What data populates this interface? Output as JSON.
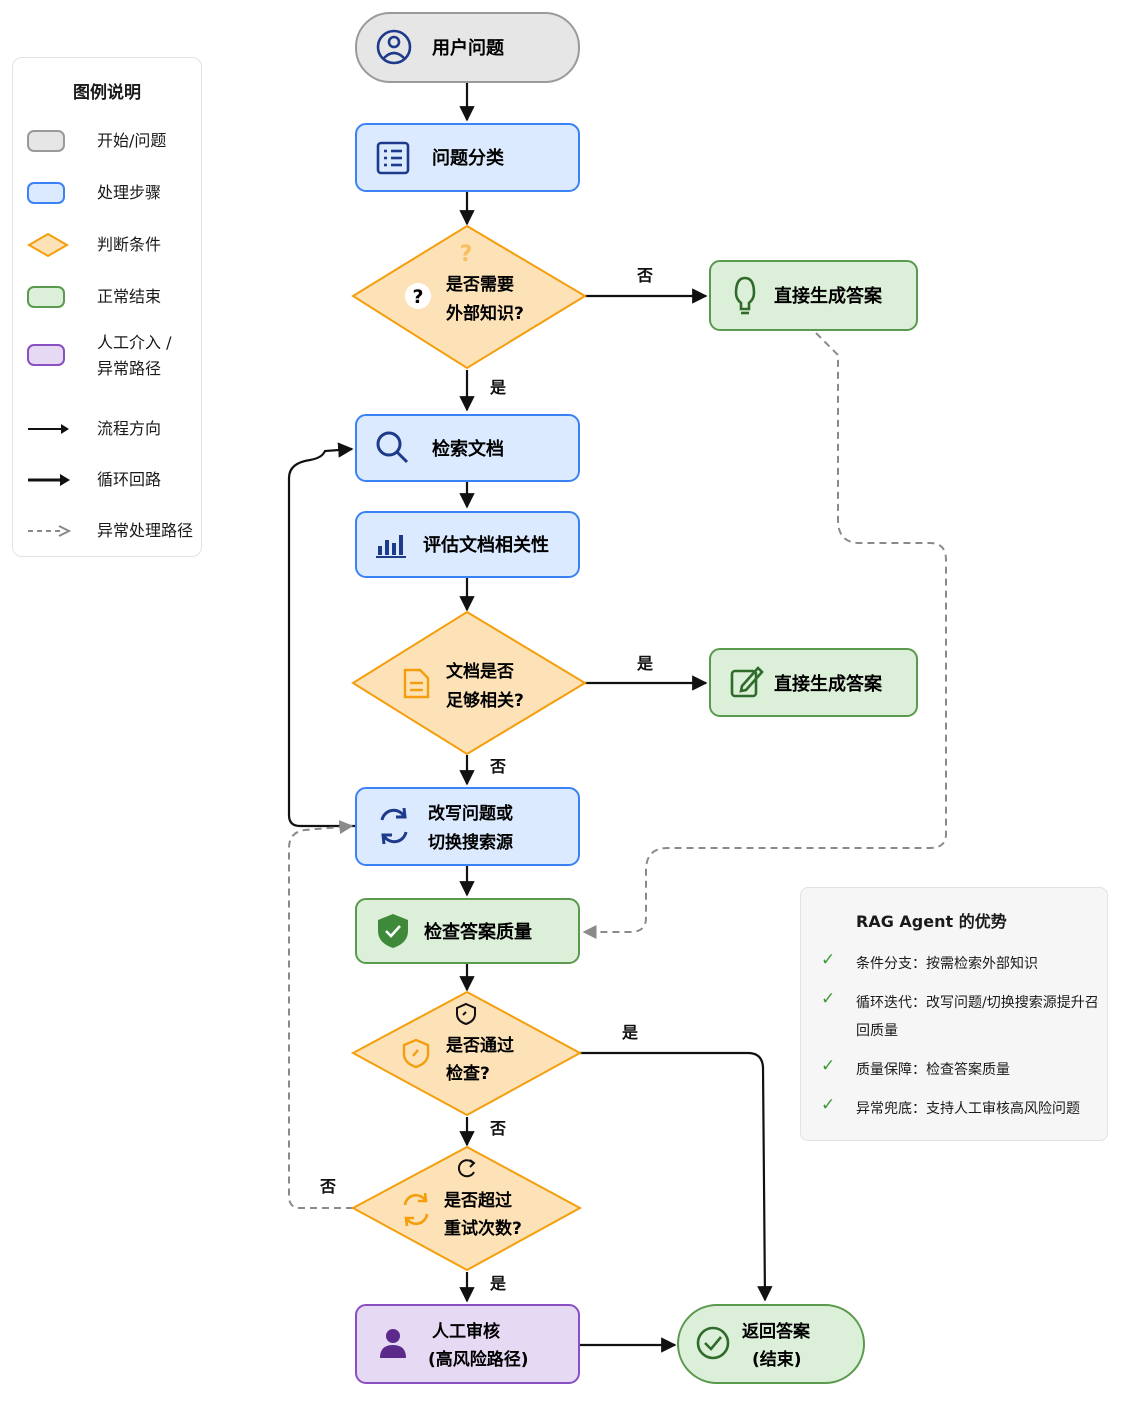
{
  "colors": {
    "start_fill": "#e6e6e6",
    "start_stroke": "#9a9a9a",
    "process_fill": "#dbeafe",
    "process_stroke": "#3b82f6",
    "decision_fill": "#fde2b8",
    "decision_stroke": "#f59e0b",
    "end_fill": "#dcefd8",
    "end_stroke": "#5a9a4e",
    "human_fill": "#e6d9f3",
    "human_stroke": "#8a4fc0",
    "arrow": "#111111",
    "dashed": "#8a8a8a"
  },
  "legend": {
    "title": "图例说明",
    "items": [
      {
        "label": "开始/问题",
        "symbol": "start"
      },
      {
        "label": "处理步骤",
        "symbol": "process"
      },
      {
        "label": "判断条件",
        "symbol": "decision"
      },
      {
        "label": "正常结束",
        "symbol": "end"
      },
      {
        "label": "人工介入 /\n异常路径",
        "symbol": "human"
      },
      {
        "label": "流程方向",
        "symbol": "arrow"
      },
      {
        "label": "循环回路",
        "symbol": "loop"
      },
      {
        "label": "异常处理路径",
        "symbol": "dashed"
      }
    ]
  },
  "nodes": {
    "user_question": {
      "label": "用户问题",
      "icon": "user-circle-icon"
    },
    "classify": {
      "label": "问题分类",
      "icon": "list-icon"
    },
    "need_knowledge": {
      "line1": "是否需要",
      "line2": "外部知识?",
      "icon": "question-mark-icon"
    },
    "direct_answer_1": {
      "label": "直接生成答案",
      "icon": "lightbulb-icon"
    },
    "retrieve": {
      "label": "检索文档",
      "icon": "search-icon"
    },
    "evaluate": {
      "label": "评估文档相关性",
      "icon": "bar-chart-icon"
    },
    "relevant": {
      "line1": "文档是否",
      "line2": "足够相关?",
      "icon": "document-icon"
    },
    "direct_answer_2": {
      "label": "直接生成答案",
      "icon": "edit-icon"
    },
    "rewrite": {
      "line1": "改写问题或",
      "line2": "切换搜索源",
      "icon": "refresh-icon"
    },
    "check_quality": {
      "label": "检查答案质量",
      "icon": "shield-check-icon"
    },
    "passed": {
      "line1": "是否通过",
      "line2": "检查?",
      "icon": "shield-icon"
    },
    "exceed_retry": {
      "line1": "是否超过",
      "line2": "重试次数?",
      "icon": "retry-icon"
    },
    "human_review": {
      "line1": "人工审核",
      "line2": "(高风险路径)",
      "icon": "person-icon"
    },
    "return_answer": {
      "line1": "返回答案",
      "line2": "(结束)",
      "icon": "check-circle-icon"
    }
  },
  "edges": {
    "no_1": "否",
    "yes_1": "是",
    "yes_2": "是",
    "no_2": "否",
    "yes_3": "是",
    "no_3": "否",
    "no_4": "否",
    "yes_4": "是"
  },
  "advantages": {
    "title": "RAG Agent 的优势",
    "items": [
      "条件分支：按需检索外部知识",
      "循环迭代：改写问题/切换搜索源提升召回质量",
      "质量保障：检查答案质量",
      "异常兜底：支持人工审核高风险问题"
    ]
  }
}
